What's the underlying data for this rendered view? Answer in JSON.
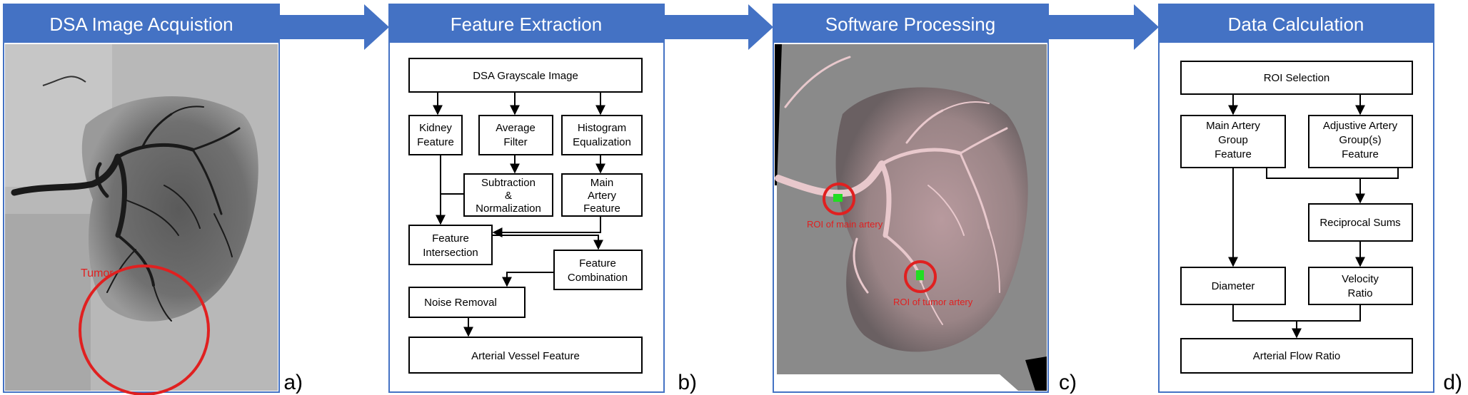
{
  "panels": [
    {
      "title": "DSA Image Acquistion",
      "letter": "a)"
    },
    {
      "title": "Feature Extraction",
      "letter": "b)"
    },
    {
      "title": "Software Processing",
      "letter": "c)"
    },
    {
      "title": "Data Calculation",
      "letter": "d)"
    }
  ],
  "panel_a": {
    "tumor_label": "Tumor"
  },
  "panel_b": {
    "dsa_grayscale": "DSA Grayscale Image",
    "kidney_feature": [
      "Kidney",
      "Feature"
    ],
    "average_filter": [
      "Average",
      "Filter"
    ],
    "histogram_eq": [
      "Histogram",
      "Equalization"
    ],
    "subtraction": [
      "Subtraction",
      "&",
      "Normalization"
    ],
    "main_artery": [
      "Main",
      "Artery",
      "Feature"
    ],
    "feature_intersection": [
      "Feature",
      "Intersection"
    ],
    "feature_combination": [
      "Feature",
      "Combination"
    ],
    "noise_removal": "Noise Removal",
    "arterial_vessel": "Arterial Vessel Feature"
  },
  "panel_c": {
    "roi_main": "ROI of main artery",
    "roi_tumor": "ROI of tumor artery"
  },
  "panel_d": {
    "roi_selection": "ROI Selection",
    "main_group": [
      "Main Artery",
      "Group",
      "Feature"
    ],
    "adjustive_group": [
      "Adjustive Artery",
      "Group(s)",
      "Feature"
    ],
    "reciprocal_sums": "Reciprocal Sums",
    "diameter": "Diameter",
    "velocity_ratio": [
      "Velocity",
      "Ratio"
    ],
    "arterial_flow_ratio": "Arterial Flow Ratio"
  },
  "colors": {
    "header_blue": "#4472c4",
    "panel_border": "#4472c4",
    "annotation_red": "#e02020",
    "roi_green": "#22dd22"
  }
}
